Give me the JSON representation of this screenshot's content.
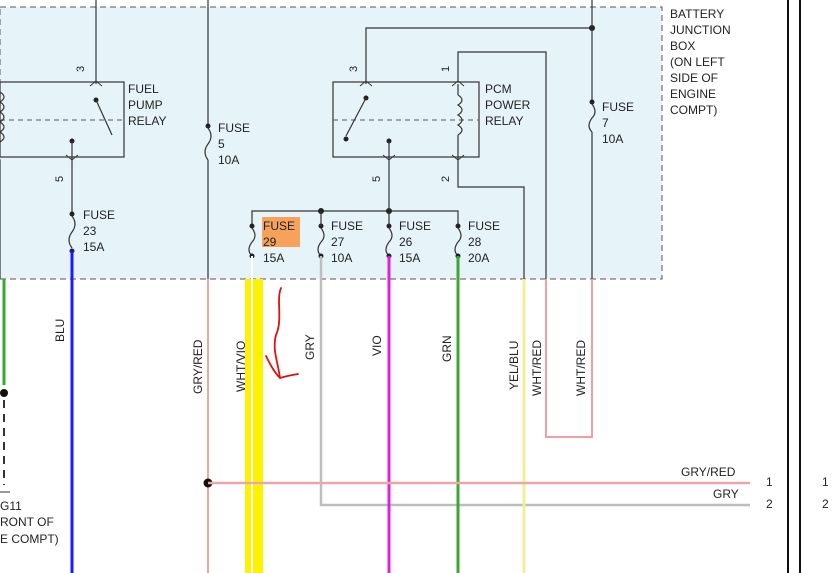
{
  "junction_box": {
    "label_lines": [
      "BATTERY",
      "JUNCTION",
      "BOX",
      "(ON LEFT",
      "SIDE OF",
      "ENGINE",
      "COMPT)"
    ],
    "fill": "#e6f4fa"
  },
  "relays": {
    "fuel_pump": {
      "label_lines": [
        "FUEL",
        "PUMP",
        "RELAY"
      ],
      "pin_top": "3",
      "pin_bottom": "5"
    },
    "pcm_power": {
      "label_lines": [
        "PCM",
        "POWER",
        "RELAY"
      ],
      "pin_top_left": "3",
      "pin_top_right": "1",
      "pin_bottom_left": "5",
      "pin_bottom_right": "2"
    }
  },
  "fuses": {
    "f5": {
      "label": "FUSE",
      "number": "5",
      "rating": "10A"
    },
    "f7": {
      "label": "FUSE",
      "number": "7",
      "rating": "10A"
    },
    "f23": {
      "label": "FUSE",
      "number": "23",
      "rating": "15A"
    },
    "f29": {
      "label": "FUSE",
      "number": "29",
      "rating": "15A",
      "highlight_color": "#f7a25a"
    },
    "f27": {
      "label": "FUSE",
      "number": "27",
      "rating": "10A"
    },
    "f26": {
      "label": "FUSE",
      "number": "26",
      "rating": "15A"
    },
    "f28": {
      "label": "FUSE",
      "number": "28",
      "rating": "20A"
    }
  },
  "wires": {
    "blu": "BLU",
    "gry_red": "GRY/RED",
    "wht_vio": "WHT/VIO",
    "gry": "GRY",
    "vio": "VIO",
    "grn": "GRN",
    "yel_blu": "YEL/BLU",
    "wht_red_1": "WHT/RED",
    "wht_red_2": "WHT/RED"
  },
  "wire_colors": {
    "blu": "#1a1aff",
    "gry_red": "#e8a8a8",
    "yellow": "#fff200",
    "gry": "#bdbdbd",
    "vio": "#e020e0",
    "grn": "#3aa832",
    "yel_blu": "#f4ee9a",
    "wht_red": "#f0a0a0"
  },
  "connector": {
    "row1_label": "GRY/RED",
    "row1_pin": "1",
    "row1_pin_far": "1",
    "row2_label": "GRY",
    "row2_pin": "2",
    "row2_pin_far": "2"
  },
  "ground": {
    "id_fragment": "G11",
    "location_line1": "RONT OF",
    "location_line2": "E COMPT)"
  }
}
